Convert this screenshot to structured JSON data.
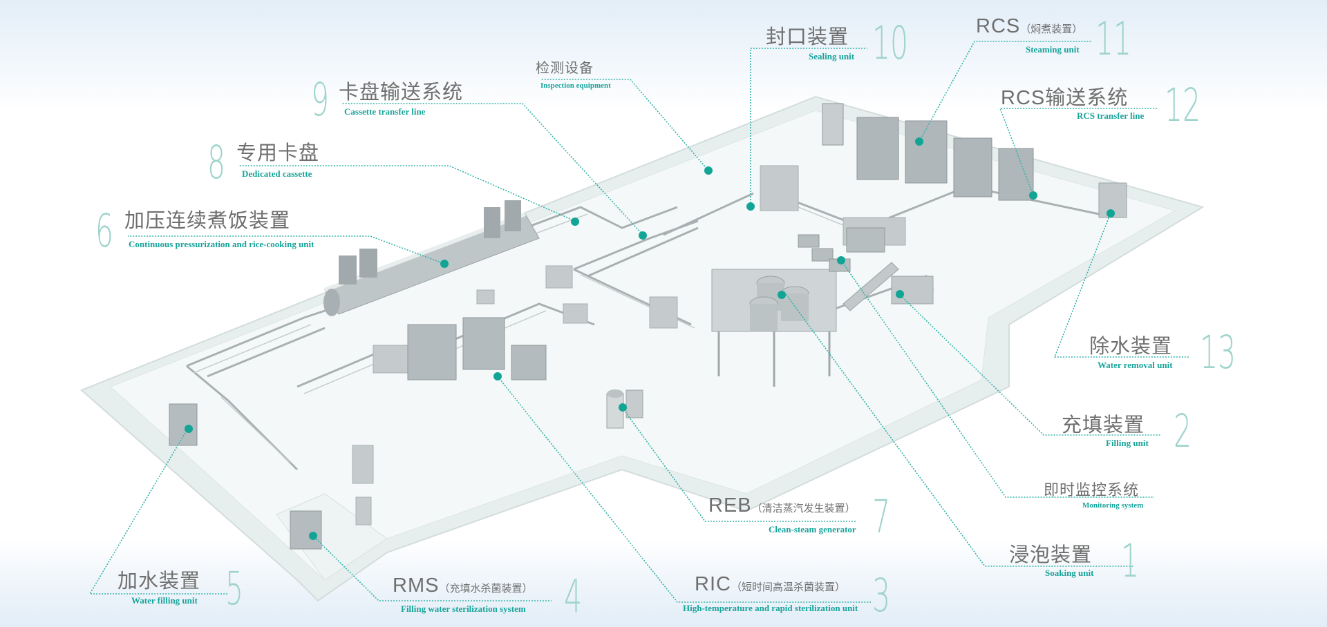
{
  "diagram_title": "",
  "colors": {
    "accent": "#18a39a",
    "number": "#9ed3cb",
    "chinese_text": "#6f6f6f",
    "leader": "#36b3aa",
    "dot": "#12a596"
  },
  "callouts": [
    {
      "id": "1",
      "number": "1",
      "zh": "浸泡装置",
      "code": "",
      "paren": "",
      "en": "Soaking unit"
    },
    {
      "id": "2",
      "number": "2",
      "zh": "充填装置",
      "code": "",
      "paren": "",
      "en": "Filling unit"
    },
    {
      "id": "3",
      "number": "3",
      "zh": "",
      "code": "RIC",
      "paren": "（短时间高温杀菌装置）",
      "en": "High-temperature and rapid sterilization unit"
    },
    {
      "id": "4",
      "number": "4",
      "zh": "",
      "code": "RMS",
      "paren": "（充填水杀菌装置）",
      "en": "Filling water sterilization system"
    },
    {
      "id": "5",
      "number": "5",
      "zh": "加水装置",
      "code": "",
      "paren": "",
      "en": "Water filling unit"
    },
    {
      "id": "6",
      "number": "6",
      "zh": "加压连续煮饭装置",
      "code": "",
      "paren": "",
      "en": "Continuous pressurization and rice-cooking unit"
    },
    {
      "id": "7",
      "number": "7",
      "zh": "",
      "code": "REB",
      "paren": "（清洁蒸汽发生装置）",
      "en": "Clean-steam generator"
    },
    {
      "id": "8",
      "number": "8",
      "zh": "专用卡盘",
      "code": "",
      "paren": "",
      "en": "Dedicated cassette"
    },
    {
      "id": "9",
      "number": "9",
      "zh": "卡盘输送系统",
      "code": "",
      "paren": "",
      "en": "Cassette transfer line"
    },
    {
      "id": "10",
      "number": "10",
      "zh": "封口装置",
      "code": "",
      "paren": "",
      "en": "Sealing unit"
    },
    {
      "id": "11",
      "number": "11",
      "zh": "",
      "code": "RCS",
      "paren": "（焖煮装置）",
      "en": "Steaming unit"
    },
    {
      "id": "12",
      "number": "12",
      "zh": "输送系统",
      "code": "RCS",
      "paren": "",
      "en": "RCS transfer line"
    },
    {
      "id": "13",
      "number": "13",
      "zh": "除水装置",
      "code": "",
      "paren": "",
      "en": "Water removal unit"
    },
    {
      "id": "inspection",
      "number": "",
      "zh": "检测设备",
      "code": "",
      "paren": "",
      "en": "Inspection equipment"
    },
    {
      "id": "monitoring",
      "number": "",
      "zh": "即时监控系统",
      "code": "",
      "paren": "",
      "en": "Monitoring system"
    }
  ]
}
